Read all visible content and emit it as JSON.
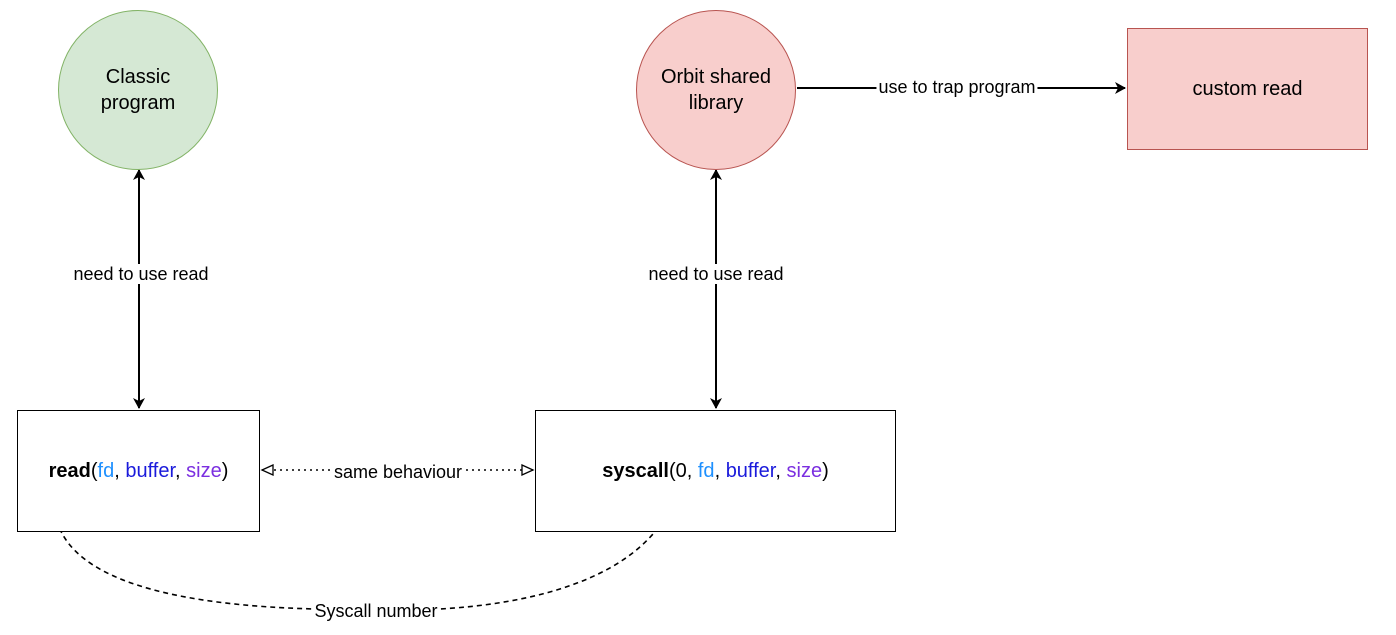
{
  "colors": {
    "green_fill": "#d5e8d4",
    "green_stroke": "#82b366",
    "red_fill": "#f8cecc",
    "red_stroke": "#b85450",
    "arg_light": "#1e90ff",
    "arg_blue": "#1a1adb",
    "arg_purple": "#7b2fe0"
  },
  "nodes": {
    "classic_program": "Classic\nprogram",
    "orbit_library": "Orbit shared\nlibrary",
    "custom_read": "custom read",
    "read_call": {
      "fn": "read",
      "open": "(",
      "a1": "fd",
      "c1": ", ",
      "a2": "buffer",
      "c2": ", ",
      "a3": "size",
      "close": ")"
    },
    "syscall_call": {
      "fn": "syscall",
      "open": "(0, ",
      "a1": "fd",
      "c1": ", ",
      "a2": "buffer",
      "c2": ", ",
      "a3": "size",
      "close": ")"
    }
  },
  "edges": {
    "classic_to_read": "need to use read",
    "orbit_to_syscall": "need to use read",
    "orbit_to_custom": "use to trap program",
    "read_syscall": "same behaviour",
    "syscall_number": "Syscall number"
  }
}
